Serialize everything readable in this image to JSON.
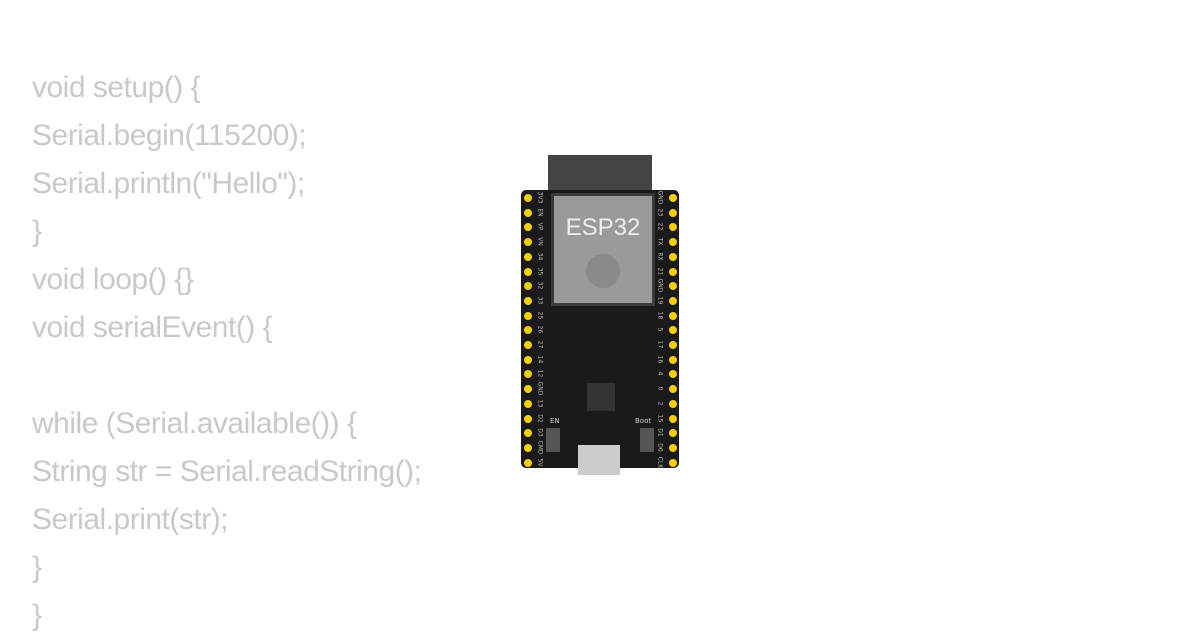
{
  "code": [
    "void setup() {",
    "Serial.begin(115200);",
    "Serial.println(\"Hello\");",
    "}",
    "void loop() {}",
    "void serialEvent() {",
    "",
    "while (Serial.available()) {",
    "String str = Serial.readString();",
    "Serial.print(str);",
    "}",
    "}"
  ],
  "board": {
    "name": "ESP32",
    "en_label": "EN",
    "boot_label": "Boot",
    "left_pins": [
      "3V3",
      "EN",
      "VP",
      "VN",
      "34",
      "35",
      "32",
      "33",
      "25",
      "26",
      "27",
      "14",
      "12",
      "GND",
      "13",
      "D2",
      "D3",
      "CMD",
      "5V"
    ],
    "right_pins": [
      "GND",
      "23",
      "22",
      "TX",
      "RX",
      "21",
      "GND",
      "19",
      "18",
      "5",
      "17",
      "16",
      "4",
      "0",
      "2",
      "15",
      "D1",
      "D0",
      "CLK"
    ],
    "pin_color": "#f5d000",
    "pcb_color": "#1a1a1a"
  }
}
